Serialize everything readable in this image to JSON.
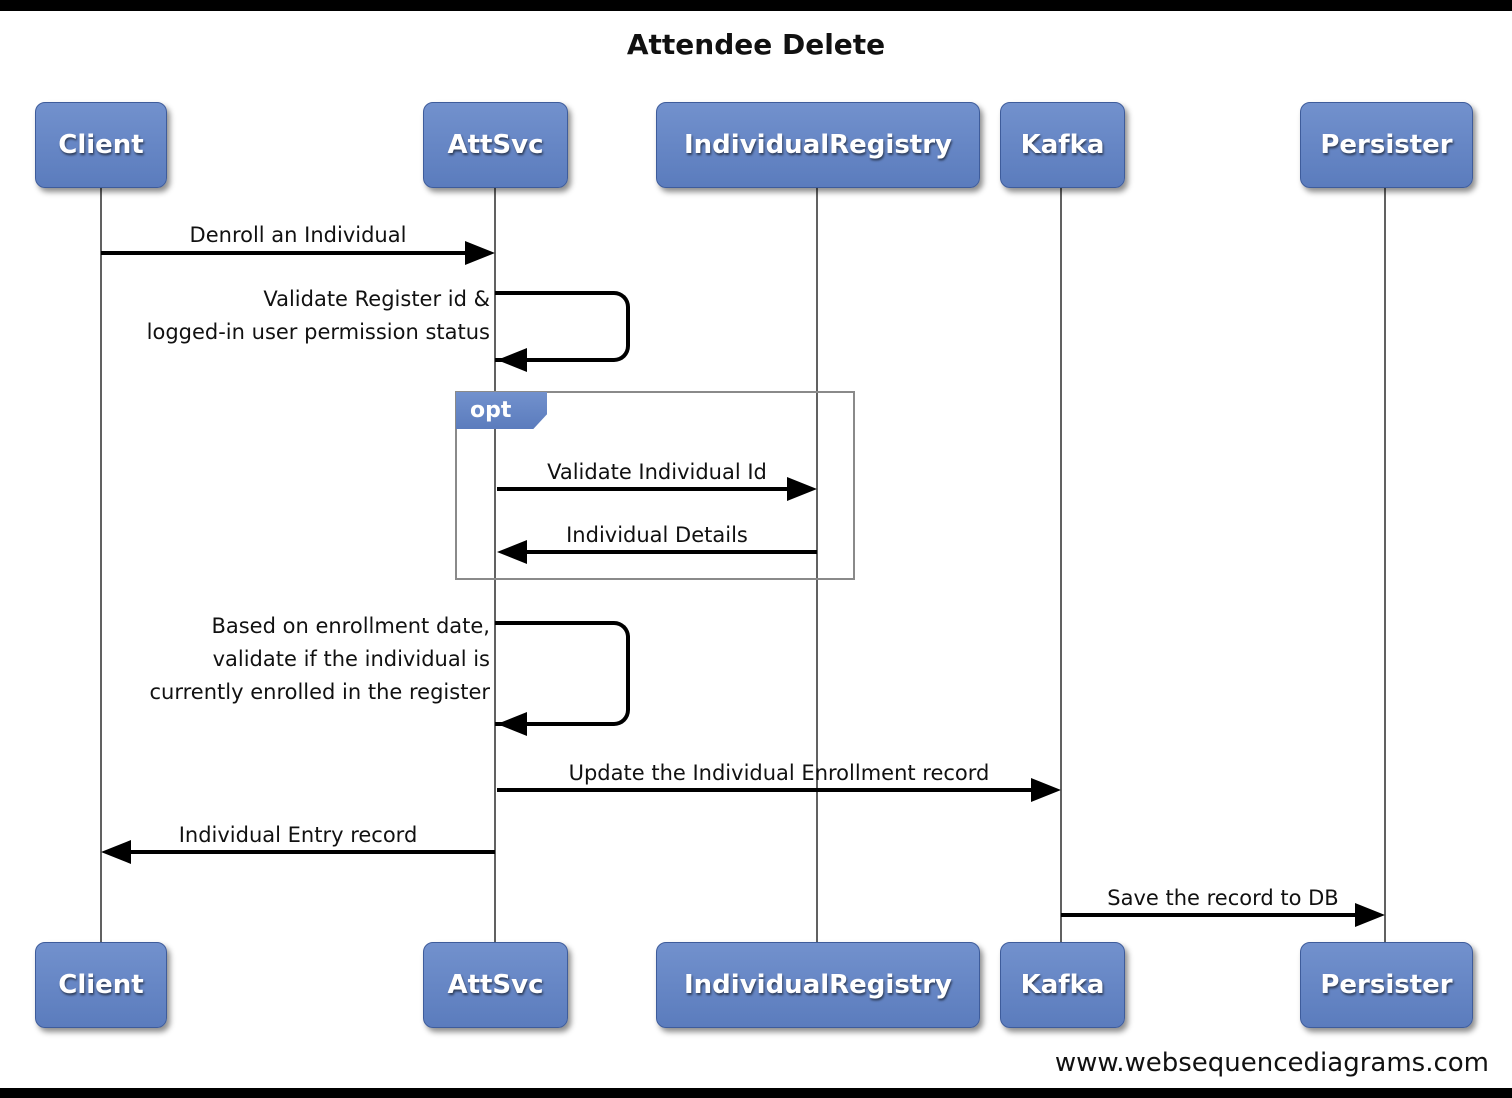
{
  "title": "Attendee Delete",
  "footer": "www.websequencediagrams.com",
  "actors": [
    {
      "name": "Client"
    },
    {
      "name": "AttSvc"
    },
    {
      "name": "IndividualRegistry"
    },
    {
      "name": "Kafka"
    },
    {
      "name": "Persister"
    }
  ],
  "fragment": {
    "type_label": "opt"
  },
  "messages": [
    {
      "from": "Client",
      "to": "AttSvc",
      "label": "Denroll an Individual"
    },
    {
      "from": "AttSvc",
      "to": "AttSvc",
      "lines": [
        "Validate Register id &",
        "logged-in user permission status"
      ]
    },
    {
      "from": "AttSvc",
      "to": "IndividualRegistry",
      "label": "Validate Individual Id",
      "in_fragment": "opt"
    },
    {
      "from": "IndividualRegistry",
      "to": "AttSvc",
      "label": "Individual Details",
      "in_fragment": "opt"
    },
    {
      "from": "AttSvc",
      "to": "AttSvc",
      "lines": [
        "Based on enrollment date,",
        "validate if the individual is",
        "currently enrolled in the register"
      ]
    },
    {
      "from": "AttSvc",
      "to": "Kafka",
      "label": "Update the Individual Enrollment record"
    },
    {
      "from": "AttSvc",
      "to": "Client",
      "label": "Individual Entry record"
    },
    {
      "from": "Kafka",
      "to": "Persister",
      "label": "Save the record to DB"
    }
  ],
  "colors": {
    "actor_fill": "#6282c3",
    "actor_border": "#3e5c9b",
    "actor_text": "#ffffff",
    "frame_border": "#8a8a8a",
    "lifeline": "#616161",
    "message_line": "#000000",
    "background": "#ffffff",
    "edge_bars": "#000000"
  }
}
